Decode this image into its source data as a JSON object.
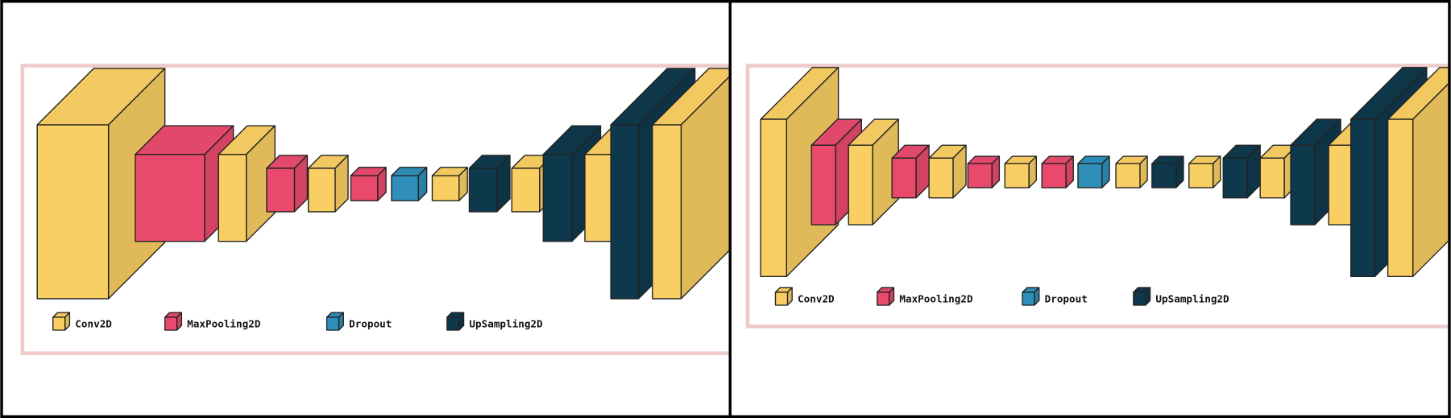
{
  "colors": {
    "Conv2D": "#f9cf63",
    "MaxPooling2D": "#e94a6c",
    "Dropout": "#2f8fba",
    "UpSampling2D": "#0e394c",
    "frame": "#efcaca",
    "edge": "#222222"
  },
  "panels": [
    {
      "name": "left",
      "legend": [
        "Conv2D",
        "MaxPooling2D",
        "Dropout",
        "UpSampling2D"
      ],
      "layers": [
        "Conv2D",
        "MaxPooling2D",
        "Conv2D",
        "MaxPooling2D",
        "Conv2D",
        "MaxPooling2D",
        "Dropout",
        "Conv2D",
        "UpSampling2D",
        "Conv2D",
        "UpSampling2D",
        "Conv2D",
        "UpSampling2D",
        "Conv2D"
      ]
    },
    {
      "name": "right",
      "legend": [
        "Conv2D",
        "MaxPooling2D",
        "Dropout",
        "UpSampling2D"
      ],
      "layers": [
        "Conv2D",
        "MaxPooling2D",
        "Conv2D",
        "MaxPooling2D",
        "Conv2D",
        "MaxPooling2D",
        "Conv2D",
        "MaxPooling2D",
        "Dropout",
        "Conv2D",
        "UpSampling2D",
        "Conv2D",
        "UpSampling2D",
        "Conv2D",
        "UpSampling2D",
        "Conv2D",
        "UpSampling2D",
        "Conv2D"
      ]
    }
  ]
}
